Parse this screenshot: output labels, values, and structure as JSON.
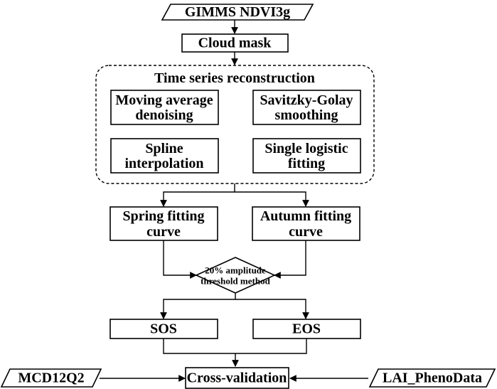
{
  "nodes": {
    "gimms": "GIMMS NDVI3g",
    "cloud_mask": "Cloud mask",
    "time_series": "Time series reconstruction",
    "moving_average": [
      "Moving average",
      "denoising"
    ],
    "savitzky_golay": [
      "Savitzky-Golay",
      "smoothing"
    ],
    "spline": [
      "Spline",
      "interpolation"
    ],
    "logistic": [
      "Single logistic",
      "fitting"
    ],
    "spring": [
      "Spring fitting",
      "curve"
    ],
    "autumn": [
      "Autumn fitting",
      "curve"
    ],
    "threshold": [
      "20% amplitude",
      "threshold method"
    ],
    "sos": "SOS",
    "eos": "EOS",
    "mcd12q2": "MCD12Q2",
    "cross_validation": "Cross-validation",
    "lai": "LAI_PhenoData"
  }
}
